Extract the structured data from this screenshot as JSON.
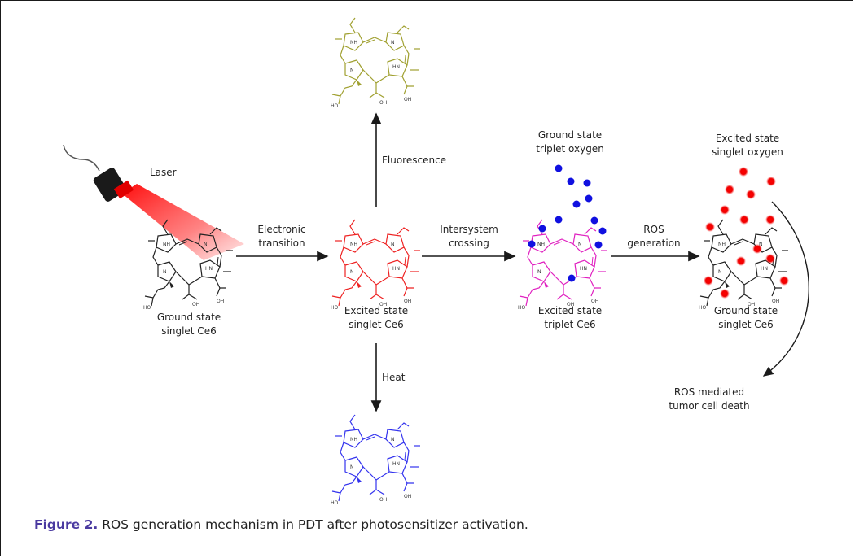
{
  "labels": {
    "laser": "Laser",
    "ground_state_ce6_left": [
      "Ground state",
      "singlet Ce6"
    ],
    "electronic_transition": [
      "Electronic",
      "transition"
    ],
    "excited_singlet_ce6": [
      "Excited state",
      "singlet Ce6"
    ],
    "fluorescence": "Fluorescence",
    "heat": "Heat",
    "intersystem_crossing": [
      "Intersystem",
      "crossing"
    ],
    "ground_triplet_oxygen": [
      "Ground state",
      "triplet oxygen"
    ],
    "excited_triplet_ce6": [
      "Excited state",
      "triplet Ce6"
    ],
    "ros_generation": [
      "ROS",
      "generation"
    ],
    "excited_singlet_oxygen": [
      "Excited state",
      "singlet oxygen"
    ],
    "ground_state_ce6_right": [
      "Ground state",
      "singlet Ce6"
    ],
    "ros_mediated": [
      "ROS mediated",
      "tumor cell death"
    ]
  },
  "caption": {
    "figure_label": "Figure 2.",
    "text": " ROS generation mechanism in PDT after photosensitizer activation."
  },
  "atom_labels": {
    "nh": "NH",
    "hn": "HN",
    "n": "N",
    "ho": "HO",
    "oh": "OH"
  },
  "colors": {
    "ground_ce6": "#222222",
    "fluorescence_ce6": "#a0a030",
    "excited_ce6": "#ee2222",
    "triplet_ce6": "#e020c0",
    "heat_ce6": "#3333ee",
    "triplet_oxygen": "#1010e0",
    "singlet_oxygen": "#ee1111",
    "caption_label": "#4a3aa0"
  }
}
